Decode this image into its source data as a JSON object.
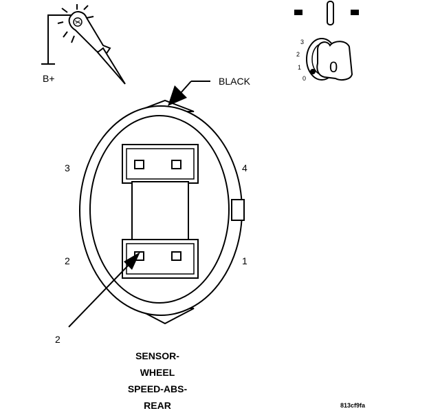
{
  "probe": {
    "label": "B+"
  },
  "connector": {
    "color_label": "BLACK",
    "pins": {
      "pin1": "1",
      "pin2": "2",
      "pin3": "3",
      "pin4": "4"
    },
    "callout": "2"
  },
  "ignition": {
    "positions": [
      "0",
      "1",
      "2",
      "3"
    ],
    "key_label": "0"
  },
  "title_lines": [
    "SENSOR-",
    "WHEEL",
    "SPEED-ABS-",
    "REAR"
  ],
  "figure_id": "813cf9fa"
}
